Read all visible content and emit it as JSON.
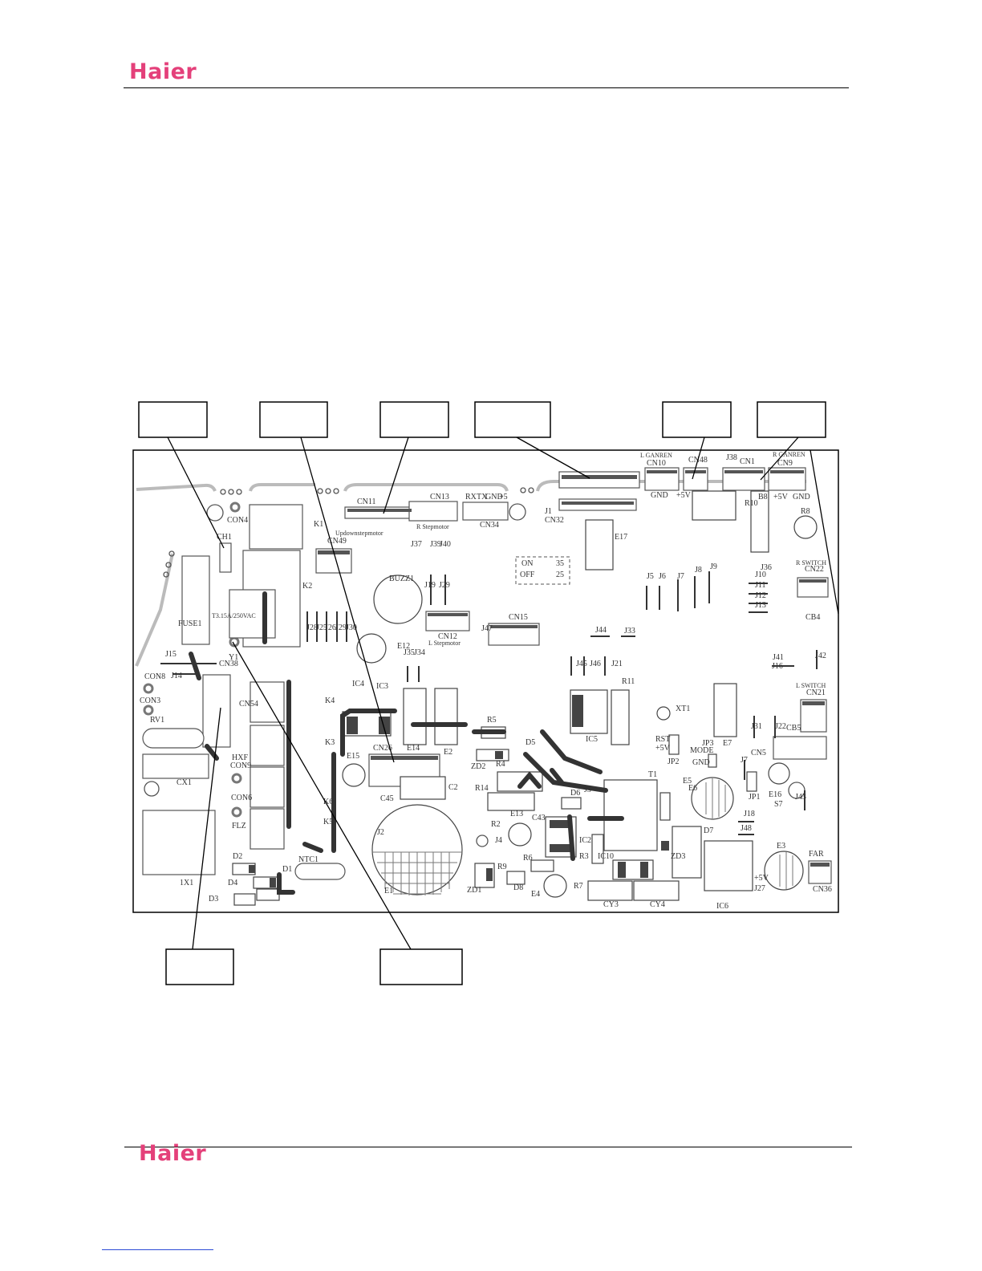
{
  "header": {
    "logo": "Haier"
  },
  "footer": {
    "logo": "Haier"
  },
  "board": {
    "texts": [
      [
        "CH1",
        270,
        672
      ],
      [
        "CON4",
        283,
        651
      ],
      [
        "K1",
        391,
        656
      ],
      [
        "FUSE1",
        222,
        780
      ],
      [
        "T3.15A/250VAC",
        264,
        770
      ],
      [
        "K2",
        377,
        733
      ],
      [
        "J28",
        382,
        785
      ],
      [
        "J25",
        394,
        785
      ],
      [
        "J26",
        405,
        785
      ],
      [
        "J29",
        418,
        785
      ],
      [
        "J30",
        431,
        785
      ],
      [
        "CN49",
        408,
        677
      ],
      [
        "CN11",
        445,
        628
      ],
      [
        "Updownstepmotor",
        418,
        667
      ],
      [
        "CN13",
        536,
        622
      ],
      [
        "R Stepmotor",
        519,
        659
      ],
      [
        "RX",
        580,
        622
      ],
      [
        "TX",
        594,
        622
      ],
      [
        "GND",
        605,
        622
      ],
      [
        "+5",
        622,
        622
      ],
      [
        "CN34",
        598,
        657
      ],
      [
        "J1",
        679,
        640
      ],
      [
        "J37",
        512,
        681
      ],
      [
        "J39",
        536,
        681
      ],
      [
        "J40",
        548,
        681
      ],
      [
        "BUZZ1",
        485,
        724
      ],
      [
        "J19",
        529,
        732
      ],
      [
        "J29",
        547,
        732
      ],
      [
        "CN12",
        546,
        796
      ],
      [
        "L Stepmotor",
        534,
        804
      ],
      [
        "J47",
        600,
        786
      ],
      [
        "CN15",
        634,
        772
      ],
      [
        "J35",
        503,
        816
      ],
      [
        "J34",
        516,
        816
      ],
      [
        "E12",
        495,
        808
      ],
      [
        "ON",
        650,
        705
      ],
      [
        "35",
        693,
        705
      ],
      [
        "OFF",
        648,
        719
      ],
      [
        "25",
        693,
        719
      ],
      [
        "CN32",
        679,
        651
      ],
      [
        "E17",
        766,
        672
      ],
      [
        "L GANREN",
        798,
        570
      ],
      [
        "CN10",
        806,
        580
      ],
      [
        "GND",
        811,
        620
      ],
      [
        "+5V",
        843,
        620
      ],
      [
        "CN48",
        858,
        576
      ],
      [
        "J38",
        905,
        573
      ],
      [
        "CN1",
        922,
        578
      ],
      [
        "R GANREN",
        963,
        569
      ],
      [
        "CN9",
        969,
        580
      ],
      [
        "B8",
        945,
        622
      ],
      [
        "+5V",
        964,
        622
      ],
      [
        "GND",
        988,
        622
      ],
      [
        "R8",
        998,
        640
      ],
      [
        "R10",
        928,
        630
      ],
      [
        "J36",
        948,
        710
      ],
      [
        "J10",
        941,
        719
      ],
      [
        "J11",
        941,
        732
      ],
      [
        "J12",
        941,
        745
      ],
      [
        "J13",
        941,
        757
      ],
      [
        "R SWITCH",
        992,
        704
      ],
      [
        "CN22",
        1003,
        712
      ],
      [
        "CB4",
        1004,
        772
      ],
      [
        "J44",
        742,
        788
      ],
      [
        "J33",
        778,
        789
      ],
      [
        "J15",
        206,
        818
      ],
      [
        "J14",
        213,
        845
      ],
      [
        "Y1",
        285,
        822
      ],
      [
        "CN38",
        273,
        830
      ],
      [
        "CON8",
        180,
        846
      ],
      [
        "CON3",
        174,
        876
      ],
      [
        "CN54",
        298,
        880
      ],
      [
        "RV1",
        187,
        900
      ],
      [
        "CX1",
        220,
        978
      ],
      [
        "HXF",
        289,
        947
      ],
      [
        "CON9",
        287,
        957
      ],
      [
        "CON6",
        288,
        997
      ],
      [
        "FLZ",
        289,
        1032
      ],
      [
        "1X1",
        224,
        1103
      ],
      [
        "D2",
        290,
        1070
      ],
      [
        "D4",
        284,
        1103
      ],
      [
        "D3",
        260,
        1123
      ],
      [
        "D1",
        352,
        1086
      ],
      [
        "NTC1",
        372,
        1074
      ],
      [
        "K4",
        405,
        876
      ],
      [
        "K3",
        405,
        928
      ],
      [
        "K6",
        403,
        1002
      ],
      [
        "K5",
        403,
        1027
      ],
      [
        "IC4",
        439,
        855
      ],
      [
        "IC3",
        469,
        858
      ],
      [
        "CN26",
        465,
        935
      ],
      [
        "E14",
        507,
        935
      ],
      [
        "E15",
        432,
        945
      ],
      [
        "E2",
        553,
        940
      ],
      [
        "ZD2",
        587,
        958
      ],
      [
        "R4",
        618,
        955
      ],
      [
        "R5",
        607,
        900
      ],
      [
        "D5",
        655,
        928
      ],
      [
        "C2",
        559,
        984
      ],
      [
        "C45",
        474,
        998
      ],
      [
        "R14",
        592,
        985
      ],
      [
        "R2",
        612,
        1030
      ],
      [
        "J4",
        617,
        1050
      ],
      [
        "E13",
        636,
        1017
      ],
      [
        "C43",
        663,
        1022
      ],
      [
        "D6",
        711,
        991
      ],
      [
        "J3",
        728,
        987
      ],
      [
        "T1",
        808,
        968
      ],
      [
        "E5",
        851,
        976
      ],
      [
        "IC2",
        722,
        1050
      ],
      [
        "R3",
        722,
        1070
      ],
      [
        "IC10",
        745,
        1070
      ],
      [
        "ZD3",
        836,
        1070
      ],
      [
        "D7",
        877,
        1038
      ],
      [
        "ZD1",
        582,
        1112
      ],
      [
        "R9",
        620,
        1083
      ],
      [
        "R6",
        652,
        1072
      ],
      [
        "D8",
        640,
        1109
      ],
      [
        "E4",
        662,
        1117
      ],
      [
        "R7",
        715,
        1107
      ],
      [
        "CY3",
        752,
        1130
      ],
      [
        "CY4",
        810,
        1130
      ],
      [
        "IC6",
        893,
        1132
      ],
      [
        "J27",
        940,
        1110
      ],
      [
        "+5V",
        940,
        1097
      ],
      [
        "J2",
        470,
        1040
      ],
      [
        "E1",
        479,
        1113
      ],
      [
        "J45",
        718,
        830
      ],
      [
        "J46",
        735,
        830
      ],
      [
        "J21",
        762,
        830
      ],
      [
        "R11",
        775,
        852
      ],
      [
        "IC5",
        730,
        924
      ],
      [
        "XT1",
        842,
        886
      ],
      [
        "RST",
        817,
        924
      ],
      [
        "+5V",
        817,
        935
      ],
      [
        "JP2",
        832,
        952
      ],
      [
        "JP3",
        875,
        929
      ],
      [
        "MODE",
        860,
        938
      ],
      [
        "GND",
        863,
        953
      ],
      [
        "E7",
        901,
        929
      ],
      [
        "J7",
        923,
        950
      ],
      [
        "J31",
        936,
        908
      ],
      [
        "J22",
        966,
        908
      ],
      [
        "CN5",
        936,
        941
      ],
      [
        "CB5",
        980,
        910
      ],
      [
        "E16",
        958,
        993
      ],
      [
        "S7",
        965,
        1005
      ],
      [
        "JP1",
        933,
        996
      ],
      [
        "J43",
        991,
        996
      ],
      [
        "J18",
        927,
        1017
      ],
      [
        "J48",
        923,
        1035
      ],
      [
        "J41",
        963,
        822
      ],
      [
        "J16",
        962,
        833
      ],
      [
        "J42",
        1016,
        820
      ],
      [
        "L SWITCH",
        992,
        857
      ],
      [
        "CN21",
        1005,
        866
      ],
      [
        "E3",
        968,
        1057
      ],
      [
        "FAR",
        1008,
        1067
      ],
      [
        "CN36",
        1013,
        1111
      ],
      [
        "J5",
        806,
        721
      ],
      [
        "J6",
        821,
        721
      ],
      [
        "J7",
        844,
        721
      ],
      [
        "J8",
        866,
        713
      ],
      [
        "J9",
        885,
        709
      ],
      [
        "E6",
        858,
        985
      ]
    ]
  }
}
